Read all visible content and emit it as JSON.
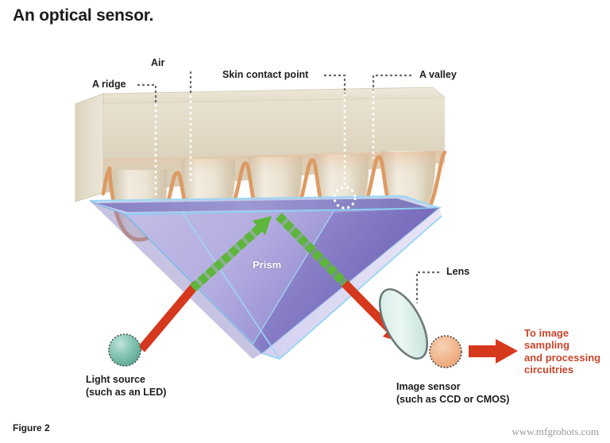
{
  "figure": {
    "title": "An optical sensor.",
    "caption": "Figure 2",
    "watermark": "www.mfgrobots.com"
  },
  "callouts": {
    "ridge": "A ridge",
    "air": "Air",
    "contact_point": "Skin contact point",
    "valley": "A valley",
    "lens": "Lens"
  },
  "parts": {
    "prism": "Prism",
    "light_source_line1": "Light source",
    "light_source_line2": "(such as an LED)",
    "image_sensor_line1": "Image sensor",
    "image_sensor_line2": "(such as CCD or CMOS)",
    "output_line1": "To image",
    "output_line2": "sampling",
    "output_line3": "and processing",
    "output_line4": "circuitries"
  },
  "colors": {
    "title_text": "#1b1b1b",
    "callout_text": "#1d1d1d",
    "leader_gray": "#6b6b6b",
    "leader_white": "#ffffff",
    "skin_top": "#e7e0cf",
    "skin_face": "#d8cdb8",
    "ridge_outline": "#dd9a62",
    "prism_light": "#b8b2e0",
    "prism_dark": "#6f64b4",
    "prism_edge": "#87c8ef",
    "beam_red": "#d6381d",
    "beam_green": "#5eb53b",
    "lens_fill": "#d8efe6",
    "lens_stroke": "#6e7a7a",
    "led_fill": "#69b3a0",
    "sensor_fill": "#f0b48a",
    "output_text": "#c8452a",
    "watermark_text": "#9a9a9a"
  }
}
